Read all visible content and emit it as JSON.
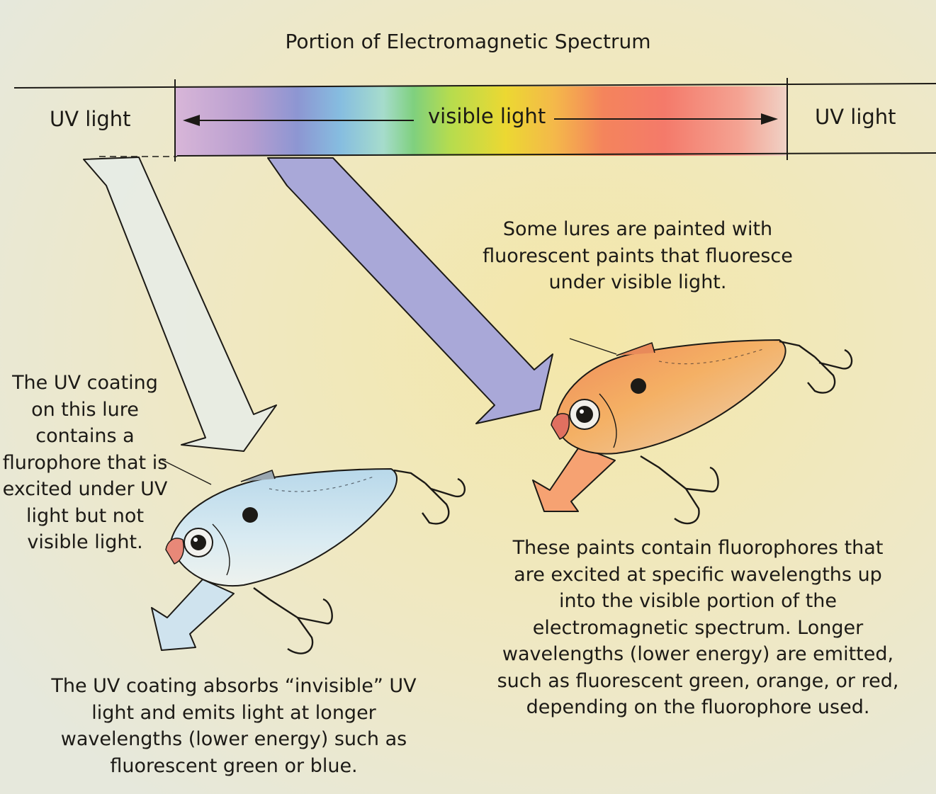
{
  "title": "Portion of Electromagnetic Spectrum",
  "spectrum": {
    "uv_left_label": "UV light",
    "visible_label": "visible light",
    "uv_right_label": "UV light"
  },
  "captions": {
    "visible_lure_note": "Some lures are painted with fluorescent paints that fluoresce under visible light.",
    "uv_lure_note": "The UV coating on this lure contains a flurophore that is excited under UV light but not visible light.",
    "uv_emission_note": "The UV coating absorbs “invisible” UV light and emits light at longer wavelengths (lower energy) such as fluorescent green or blue.",
    "fluorophore_note": "These paints contain fluorophores that are excited at specific wavelengths up into the visible portion of the electromagnetic spectrum. Longer wavelengths (lower energy) are emitted, such as fluorescent green, orange, or red, depending on the fluorophore used."
  },
  "colors": {
    "background": "#efe9c4",
    "uv_arrow": "#e6ece8",
    "visible_arrow": "#aeaedb",
    "blue_emission": "#cfe3ee",
    "orange_emission": "#f6a272",
    "ink": "#1c1a16"
  },
  "icons": [
    "fishing-lure-icon",
    "treble-hook-icon",
    "arrow-icon"
  ]
}
